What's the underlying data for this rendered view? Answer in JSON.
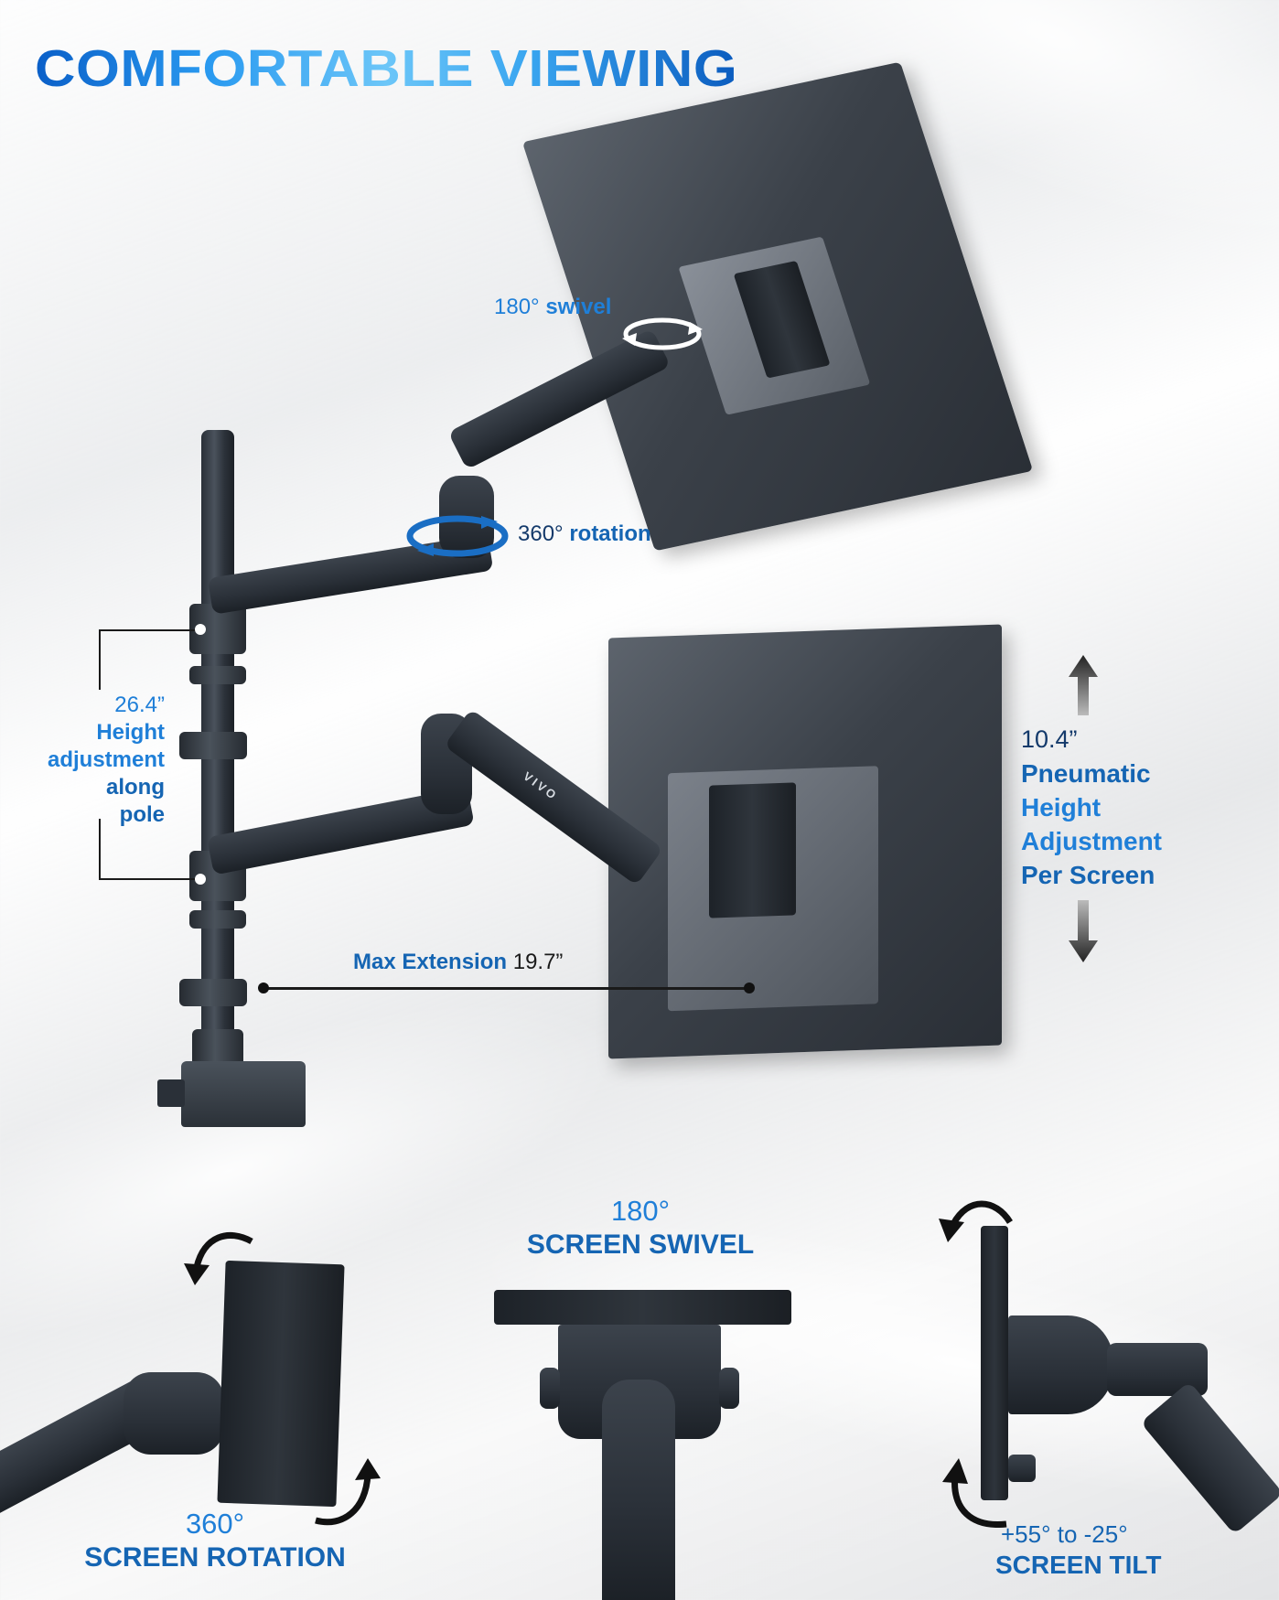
{
  "header": {
    "title": "COMFORTABLE VIEWING"
  },
  "callouts": {
    "swivel": {
      "value": "180°",
      "label": "swivel"
    },
    "rotation": {
      "value": "360°",
      "label": "rotation"
    },
    "pole_height": {
      "value": "26.4”",
      "lines": [
        "Height",
        "adjustment",
        "along",
        "pole"
      ]
    },
    "pneumatic": {
      "value": "10.4”",
      "lines": [
        "Pneumatic",
        "Height",
        "Adjustment",
        "Per Screen"
      ]
    },
    "extension": {
      "label": "Max Extension",
      "value": "19.7”"
    },
    "brand": "VIVO"
  },
  "features": [
    {
      "value": "360°",
      "label": "SCREEN ROTATION"
    },
    {
      "value": "180°",
      "label": "SCREEN SWIVEL"
    },
    {
      "value": "+55° to -25°",
      "label": "SCREEN TILT"
    }
  ],
  "colors": {
    "title_gradient_start": "#0a5fc8",
    "title_gradient_mid": "#6cc6f8",
    "accent_blue": "#1f7fd8",
    "accent_dark_blue": "#1565b3",
    "navy": "#143a6b",
    "product": "#2a3038",
    "background": "#eef0f1"
  }
}
